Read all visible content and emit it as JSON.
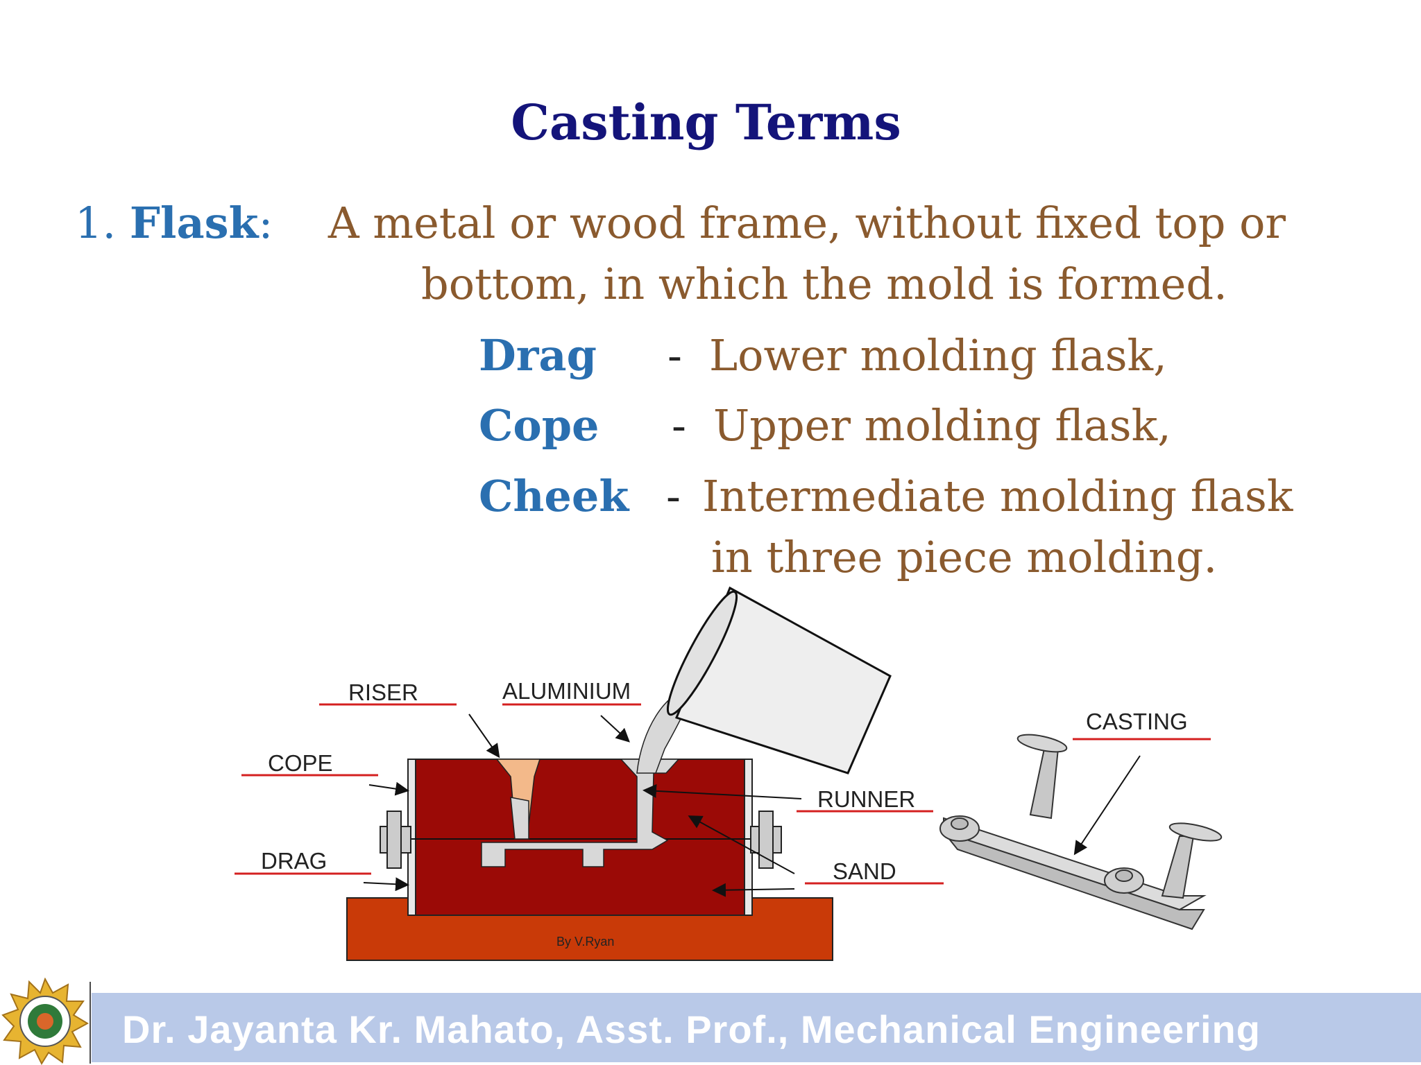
{
  "slide": {
    "title": "Casting Terms",
    "flask": {
      "number": "1.",
      "term": "Flask",
      "colon": ":",
      "definition_line1": "A metal or wood frame, without fixed top or",
      "definition_line2": "bottom, in which the mold is formed."
    },
    "subterms": [
      {
        "term": "Drag",
        "dash": "-",
        "definition": "Lower molding flask,"
      },
      {
        "term": "Cope",
        "dash": "-",
        "definition": "Upper molding flask,"
      },
      {
        "term": "Cheek",
        "dash": "-",
        "definition": "Intermediate molding flask",
        "definition_line2": "in three piece molding."
      }
    ]
  },
  "diagram": {
    "labels": {
      "riser": "RISER",
      "aluminium": "ALUMINIUM",
      "cope": "COPE",
      "drag": "DRAG",
      "runner": "RUNNER",
      "sand": "SAND",
      "casting": "CASTING"
    },
    "credit": "By V.Ryan",
    "colors": {
      "sand": "#9b0a06",
      "base": "#c93a08",
      "metal": "#d8d8d8",
      "riser_metal": "#f3b98a",
      "label_underline": "#d42020"
    }
  },
  "footer": {
    "text": "Dr. Jayanta Kr. Mahato, Asst. Prof., Mechanical Engineering",
    "logo_icon": "university-seal-icon",
    "band_color": "#b9c9e8"
  }
}
